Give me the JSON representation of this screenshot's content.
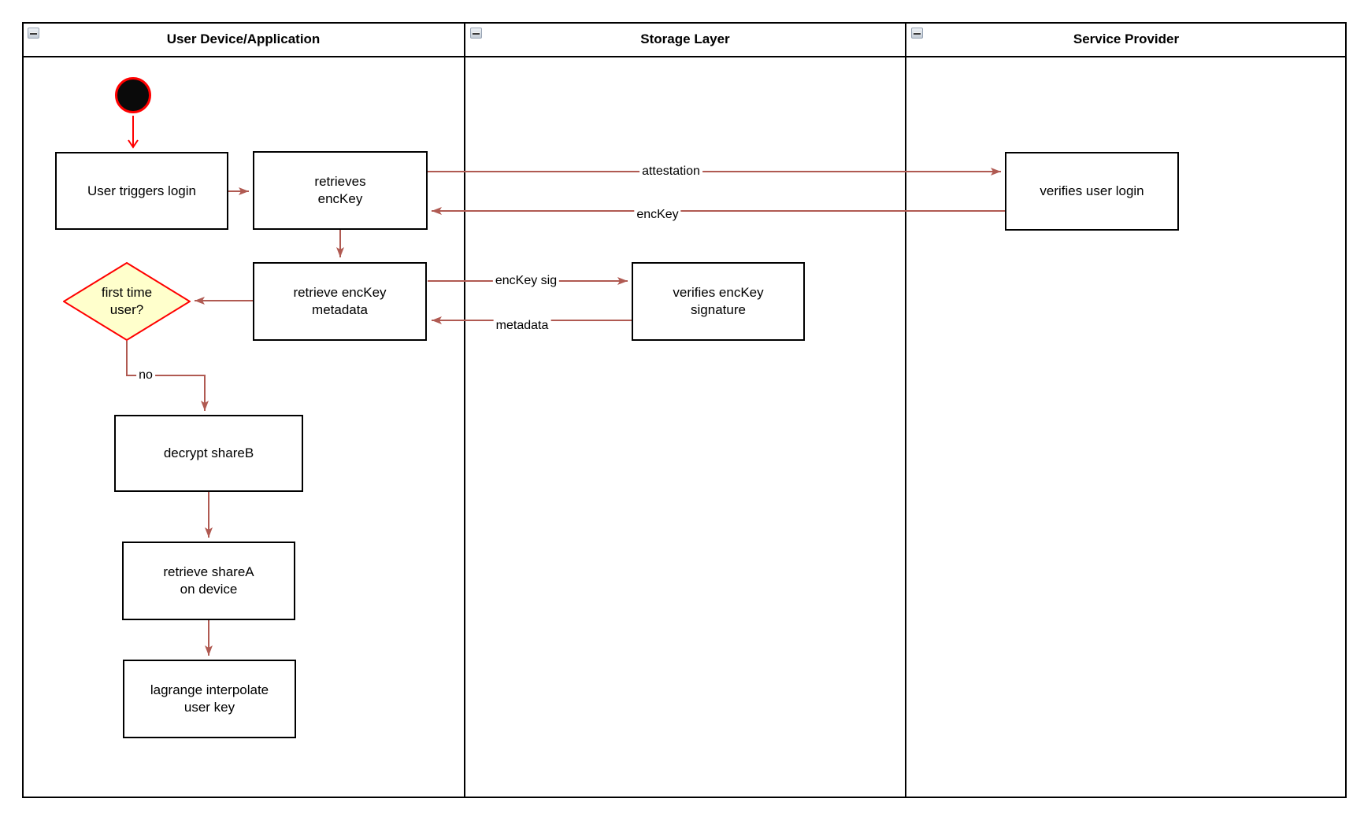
{
  "diagram": {
    "lanes": [
      {
        "id": "user-device",
        "title": "User Device/Application"
      },
      {
        "id": "storage-layer",
        "title": "Storage Layer"
      },
      {
        "id": "service-provider",
        "title": "Service Provider"
      }
    ],
    "nodes": {
      "login": {
        "label": "User triggers login"
      },
      "retrieves_enckey": {
        "label": "retrieves\nencKey"
      },
      "retrieve_metadata": {
        "label": "retrieve encKey\nmetadata"
      },
      "first_time_user": {
        "label": "first time\nuser?"
      },
      "decrypt_shareb": {
        "label": "decrypt shareB"
      },
      "retrieve_sharea": {
        "label": "retrieve shareA\non device"
      },
      "lagrange": {
        "label": "lagrange interpolate\nuser key"
      },
      "verifies_signature": {
        "label": "verifies encKey\nsignature"
      },
      "verifies_login": {
        "label": "verifies user login"
      }
    },
    "edge_labels": {
      "attestation": "attestation",
      "enckey": "encKey",
      "enckey_sig": "encKey sig",
      "metadata": "metadata",
      "no": "no"
    },
    "colors": {
      "edge_stroke": "#B05A52",
      "start_node_fill": "#0A0A0A",
      "start_accent": "#FF0000",
      "decision_fill": "#FFFFCC",
      "decision_border": "#FF0000",
      "shape_border": "#000000",
      "shape_fill": "#FFFFFF",
      "collapse_button_face": "#D7DEE6"
    }
  }
}
